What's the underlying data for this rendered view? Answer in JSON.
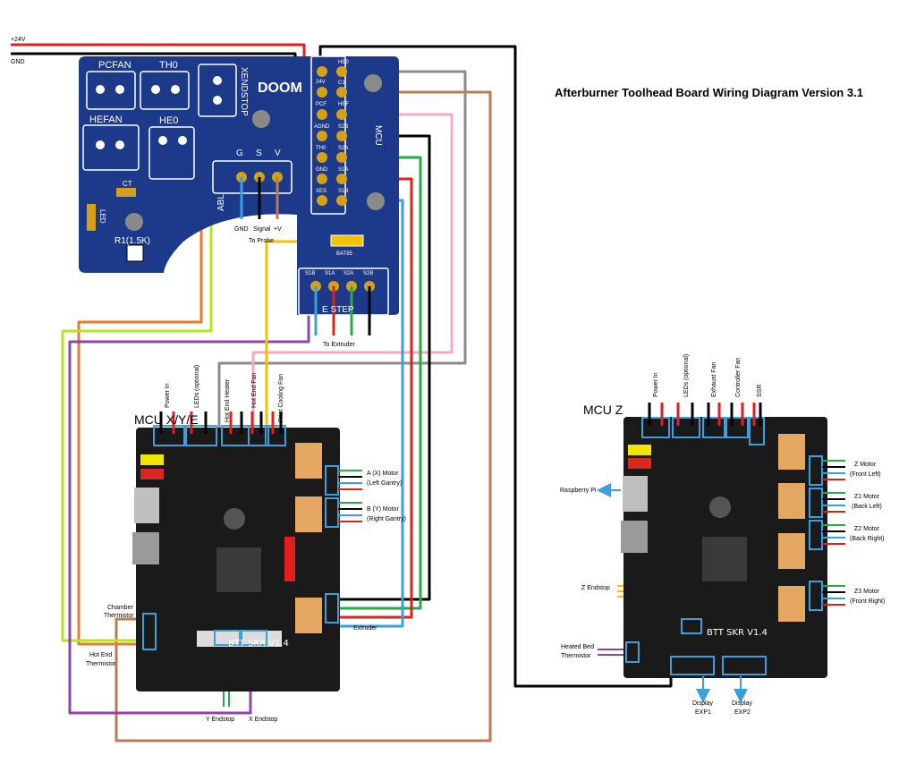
{
  "title": "Afterburner Toolhead Board Wiring Diagram Version 3.1",
  "power": {
    "v24": "+24V",
    "gnd": "GND"
  },
  "toolhead": {
    "logo": "DOOM",
    "connectors": [
      "PCFAN",
      "TH0",
      "XENDSTOP",
      "HEFAN",
      "HE0"
    ],
    "abl": {
      "label": "ABL",
      "pins": [
        "G",
        "S",
        "V"
      ],
      "wires": [
        "GND",
        "Signal",
        "+V"
      ],
      "note": "To Probe"
    },
    "mcu_label": "MCU",
    "left_pins": [
      "24V",
      "PCF",
      "AGND",
      "TH0",
      "GND",
      "XES"
    ],
    "right_pins": [
      "HE0",
      "C1",
      "HEF",
      "S2B",
      "S2A",
      "S1A",
      "S1B"
    ],
    "ct": "CT",
    "led": "LED",
    "resistor": "R1(1.5K)",
    "diode": "BAT85",
    "estep": {
      "pins": [
        "S1B",
        "S1A",
        "S2A",
        "S2B"
      ],
      "label": "E STEP",
      "note": "To Extruder"
    }
  },
  "mcu_xye": {
    "title": "MCU X/Y/E",
    "top_labels": [
      "Power In",
      "LEDs (optional)",
      "Hot End Heater",
      "Hot End Fan",
      "Print Cooling Fan"
    ],
    "board_name": "BTT SKR V1.4",
    "motors": [
      {
        "line1": "A (X) Motor",
        "line2": "(Left Gantry)"
      },
      {
        "line1": "B (Y) Motor",
        "line2": "(Right Gantry)"
      }
    ],
    "extruder": "Extruder",
    "chamber": [
      "Chamber",
      "Thermistor"
    ],
    "hotend_therm": [
      "Hot End",
      "Thermistor"
    ],
    "endstops": [
      "Y Endstop",
      "X Endstop"
    ]
  },
  "mcu_z": {
    "title": "MCU Z",
    "top_labels": [
      "Power In",
      "LEDs (optional)",
      "Exhaust Fan",
      "Controller Fan",
      "SSR"
    ],
    "board_name": "BTT SKR V1.4",
    "rpi": "Raspberry Pi",
    "z_endstop": "Z Endstop",
    "bed_therm": [
      "Heated Bed",
      "Thermistor"
    ],
    "motors": [
      {
        "line1": "Z Motor",
        "line2": "(Front Left)"
      },
      {
        "line1": "Z1 Motor",
        "line2": "(Back Left)"
      },
      {
        "line1": "Z2 Motor",
        "line2": "(Back Right)"
      },
      {
        "line1": "Z3 Motor",
        "line2": "(Front Right)"
      }
    ],
    "displays": [
      {
        "line1": "Display",
        "line2": "EXP1"
      },
      {
        "line1": "Display",
        "line2": "EXP2"
      }
    ]
  },
  "colors": {
    "pcb": "#1d3a8a",
    "red": "#e0201c",
    "black": "#000000",
    "grey": "#8c8c8c",
    "brown": "#b97a57",
    "pink": "#f4a9c8",
    "orange": "#e87c2b",
    "green": "#2aa84a",
    "purple": "#8e44ad",
    "lime": "#b5e61d",
    "blue": "#3a9fdc",
    "yellow": "#f2c300"
  }
}
